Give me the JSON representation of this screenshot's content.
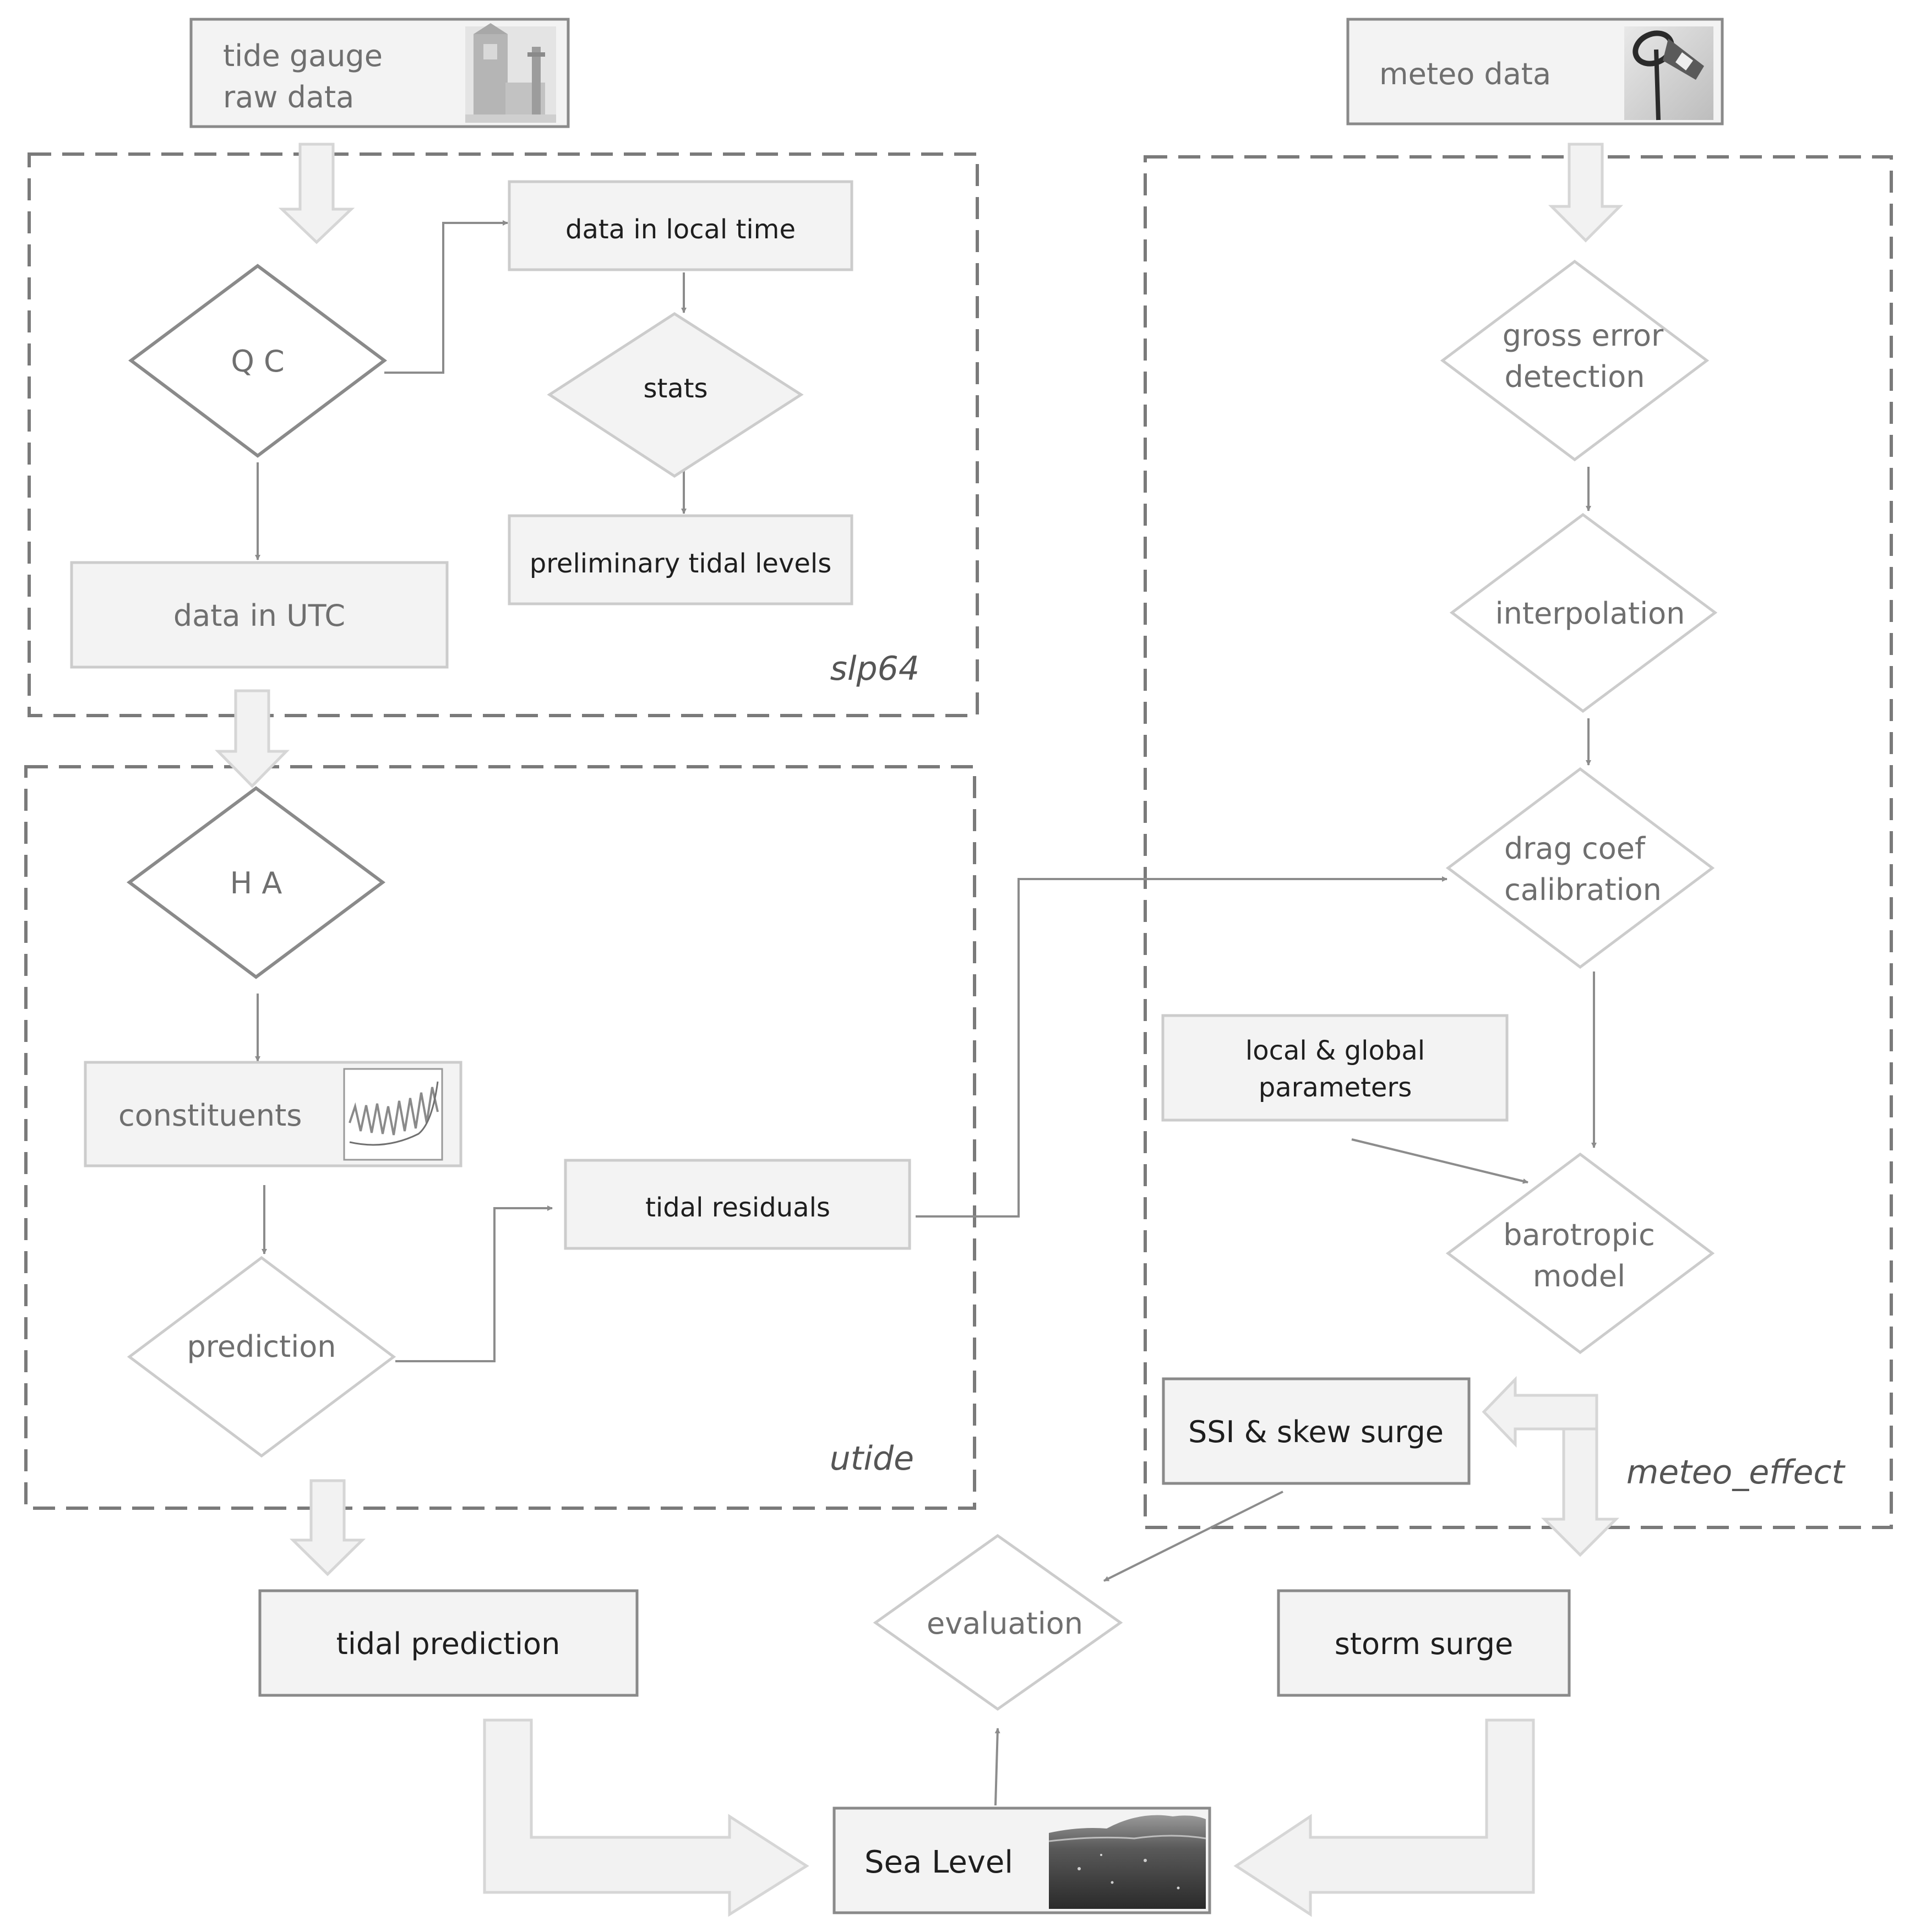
{
  "groups": {
    "slp64": "slp64",
    "utide": "utide",
    "meteo_effect": "meteo_effect"
  },
  "nodes": {
    "tide_gauge_raw_data": [
      "tide gauge",
      "raw data"
    ],
    "meteo_data": "meteo data",
    "qc": "Q C",
    "data_local_time": "data in local time",
    "stats": "stats",
    "preliminary_tidal_levels": "preliminary tidal levels",
    "data_utc": "data in UTC",
    "ha": "H A",
    "constituents": "constituents",
    "prediction": "prediction",
    "tidal_residuals": "tidal residuals",
    "gross_error_detection": [
      "gross error",
      "detection"
    ],
    "interpolation": "interpolation",
    "drag_coef_calibration": [
      "drag coef",
      "calibration"
    ],
    "local_global_parameters": [
      "local & global",
      "parameters"
    ],
    "barotropic_model": [
      "barotropic",
      "model"
    ],
    "ssi_skew_surge": "SSI & skew surge",
    "tidal_prediction": "tidal prediction",
    "evaluation": "evaluation",
    "storm_surge": "storm surge",
    "sea_level": "Sea Level"
  },
  "icons": {
    "tide_gauge": "tide-gauge-station-photo",
    "meteo": "windsock-photo",
    "constituents": "tidal-signal-plot-thumbnail",
    "sea_level": "sea-surface-photo"
  },
  "colors": {
    "box_fill": "#f3f3f3",
    "box_stroke_light": "#cccccc",
    "box_stroke_dark": "#8a8a8a",
    "dashed_frame": "#7a7a7a",
    "arrow": "#8c8c8c",
    "block_arrow_fill": "#f2f2f2",
    "block_arrow_stroke": "#d6d6d6"
  }
}
